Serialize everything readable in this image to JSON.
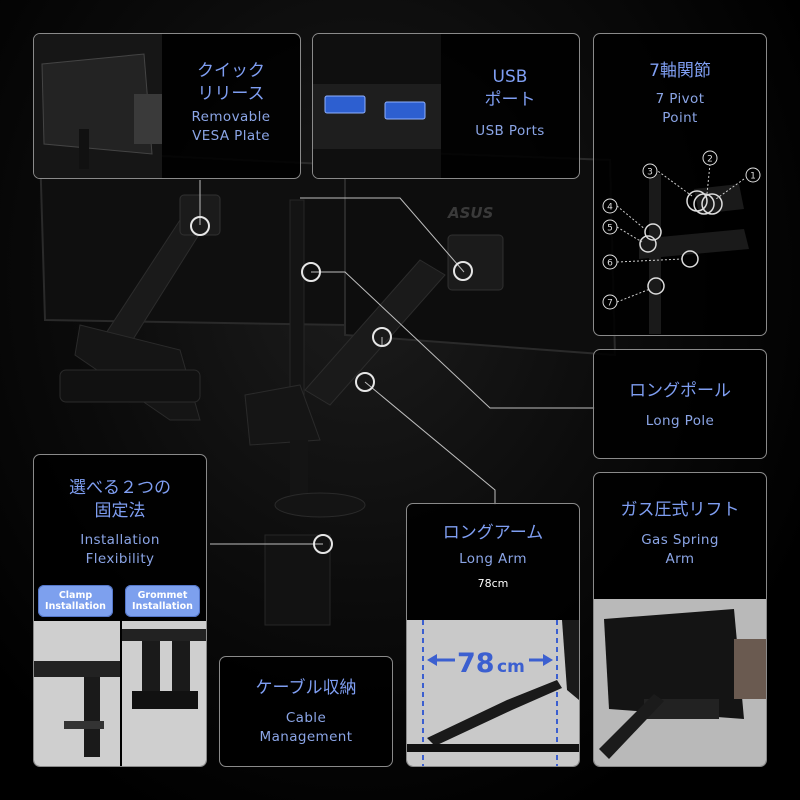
{
  "panels": {
    "quick_release": {
      "title_jp": "クイック\nリリース",
      "title_en": "Removable\nVESA Plate"
    },
    "usb": {
      "title_jp": "USB\nポート",
      "title_en": "USB Ports"
    },
    "pivot": {
      "title_jp": "7軸関節",
      "title_en": "7 Pivot\nPoint",
      "points": [
        "1",
        "2",
        "3",
        "4",
        "5",
        "6",
        "7"
      ]
    },
    "long_pole": {
      "title_jp": "ロングポール",
      "title_en": "Long Pole"
    },
    "gas_spring": {
      "title_jp": "ガス圧式リフト",
      "title_en": "Gas Spring\nArm"
    },
    "installation": {
      "title_jp": "選べる２つの\n固定法",
      "title_en": "Installation\nFlexibility",
      "clamp_label": "Clamp\nInstallation",
      "grommet_label": "Grommet\nInstallation"
    },
    "cable": {
      "title_jp": "ケーブル収納",
      "title_en": "Cable\nManagement"
    },
    "long_arm": {
      "title_jp": "ロングアーム",
      "title_en": "Long Arm",
      "length": "78cm",
      "length_big": "78",
      "length_unit": "cm"
    }
  },
  "brand": "ASUS",
  "colors": {
    "accent": "#7f9ef2",
    "badge": "#7da0ee",
    "border": "#8a8a8a",
    "background": "#000000"
  }
}
